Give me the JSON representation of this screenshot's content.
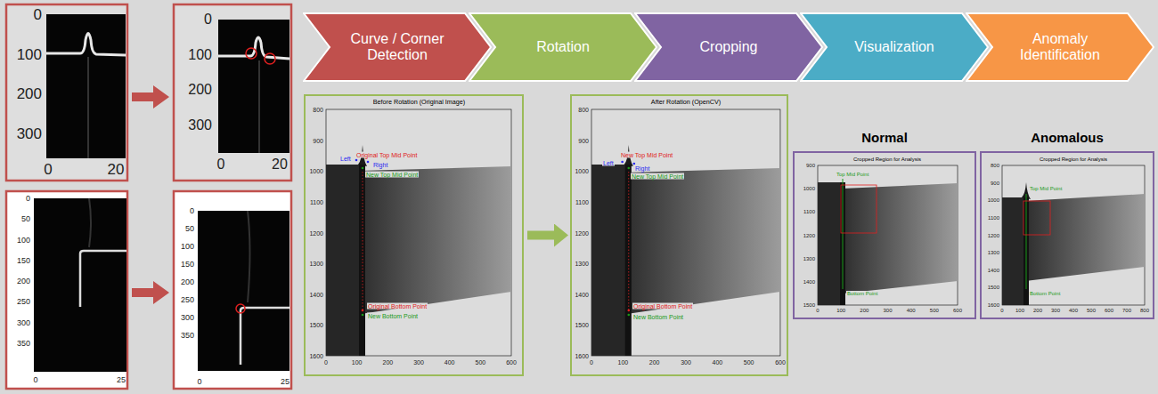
{
  "diagram": {
    "nodes": [
      {
        "text": [
          "Curve / Corner Detection"
        ]
      },
      {
        "text": [
          "Rotation"
        ]
      },
      {
        "text": [
          "Cropping"
        ]
      },
      {
        "text": [
          "Visualization"
        ]
      },
      {
        "text": [
          "Anomaly Identification"
        ]
      },
      {
        "text": [
          "Before Rotation (Original Image)"
        ]
      },
      {
        "text": [
          "After Rotation (OpenCV)"
        ]
      },
      {
        "text": [
          "Normal",
          "Cropped Region for Analysis"
        ]
      },
      {
        "text": [
          "Anomalous",
          "Cropped Region for Analysis"
        ]
      }
    ],
    "edges": [
      {
        "from": 5,
        "to": 6,
        "arrow": "to"
      }
    ],
    "labels": [
      "0",
      "100",
      "200",
      "300",
      "0",
      "20",
      "0",
      "100",
      "200",
      "300",
      "0",
      "20",
      "0",
      "50",
      "100",
      "150",
      "200",
      "250",
      "300",
      "350",
      "0",
      "25",
      "0",
      "50",
      "100",
      "150",
      "200",
      "250",
      "300",
      "350",
      "0",
      "25",
      "800",
      "900",
      "1000",
      "1100",
      "1200",
      "1300",
      "1400",
      "1500",
      "1600",
      "0",
      "100",
      "200",
      "300",
      "400",
      "500",
      "600",
      "Left",
      "Right",
      "Original Top Mid Point",
      "New Top Mid Point",
      "Original Bottom Point",
      "New Bottom Point",
      "800",
      "900",
      "1000",
      "1100",
      "1200",
      "1300",
      "1400",
      "1500",
      "1600",
      "0",
      "100",
      "200",
      "300",
      "400",
      "500",
      "600",
      "Left",
      "Right",
      "New Top Mid Point",
      "New Top Mid Point",
      "Original Bottom Point",
      "New Bottom Point",
      "900",
      "1000",
      "1100",
      "1200",
      "1300",
      "1400",
      "1500",
      "0",
      "100",
      "200",
      "300",
      "400",
      "500",
      "600",
      "Top Mid Point",
      "Bottom Point",
      "800",
      "900",
      "1000",
      "1100",
      "1200",
      "1300",
      "1400",
      "1500",
      "1600",
      "0",
      "100",
      "200",
      "300",
      "400",
      "500",
      "600",
      "700",
      "800",
      "Top Mid Point",
      "Bottom Point"
    ]
  }
}
